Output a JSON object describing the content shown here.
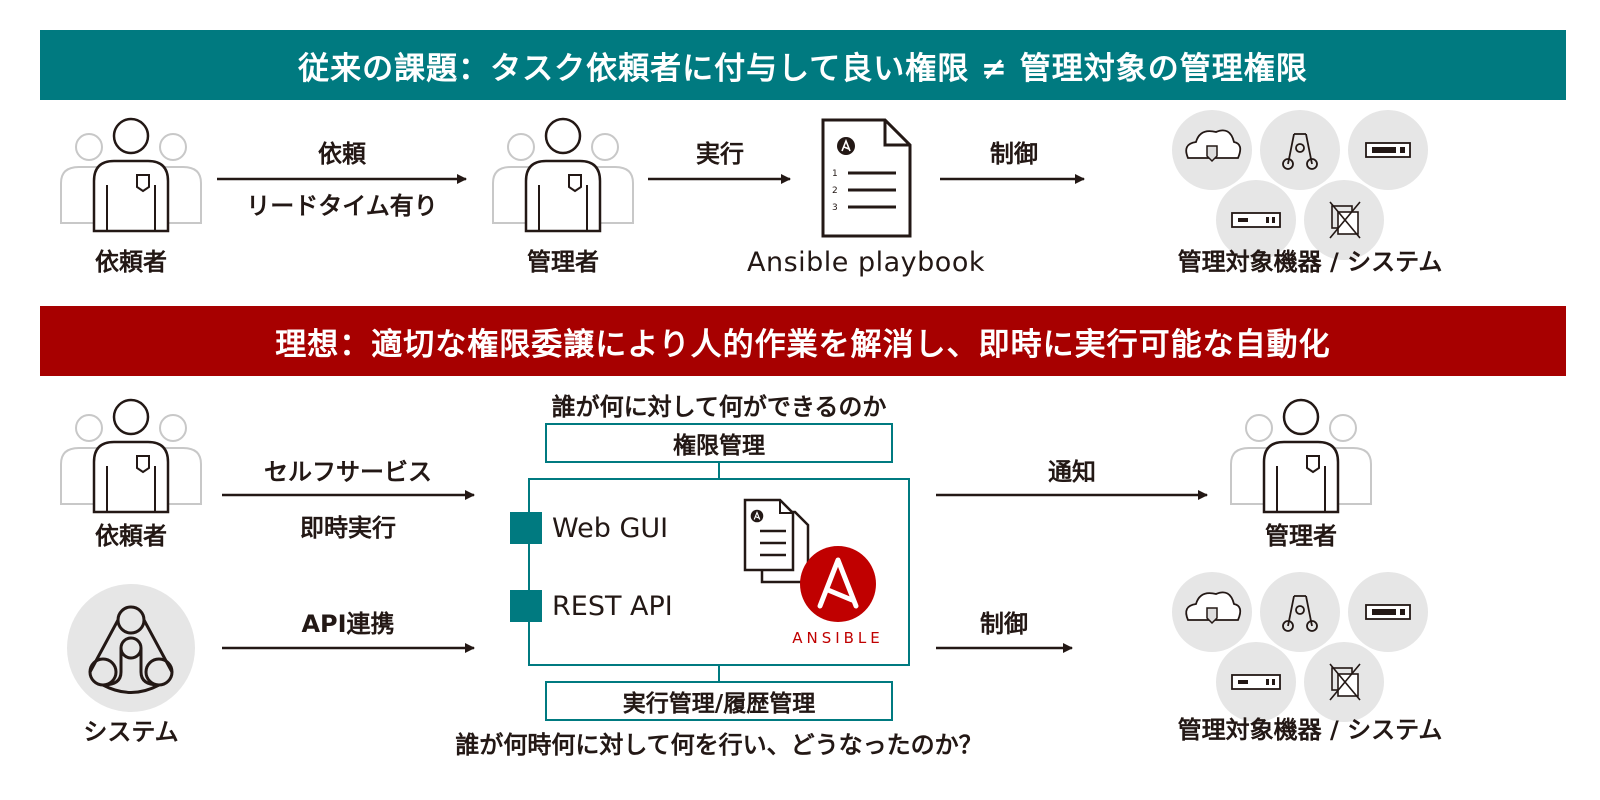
{
  "top": {
    "banner": "従来の課題：タスク依頼者に付与して良い権限 ≠ 管理対象の管理権限",
    "requester": "依頼者",
    "request": "依頼",
    "lead_time": "リードタイム有り",
    "admin": "管理者",
    "execute": "実行",
    "playbook": "Ansible playbook",
    "control": "制御",
    "targets": "管理対象機器 / システム"
  },
  "bottom": {
    "banner": "理想：適切な権限委譲により人的作業を解消し、即時に実行可能な自動化",
    "requester": "依頼者",
    "self_service": "セルフサービス",
    "instant": "即時実行",
    "system": "システム",
    "api_link": "API連携",
    "who_what": "誰が何に対して何ができるのか",
    "permission": "権限管理",
    "web_gui": "Web GUI",
    "rest_api": "REST API",
    "ansible_logo": "ANSIBLE",
    "exec_history": "実行管理/履歴管理",
    "who_when": "誰が何時何に対して何を行い、どうなったのか？",
    "notify": "通知",
    "admin": "管理者",
    "control": "制御",
    "targets": "管理対象機器 / システム"
  },
  "colors": {
    "teal": "#007a80",
    "red": "#a70000",
    "ansible_red": "#c00000",
    "dark": "#231815"
  }
}
